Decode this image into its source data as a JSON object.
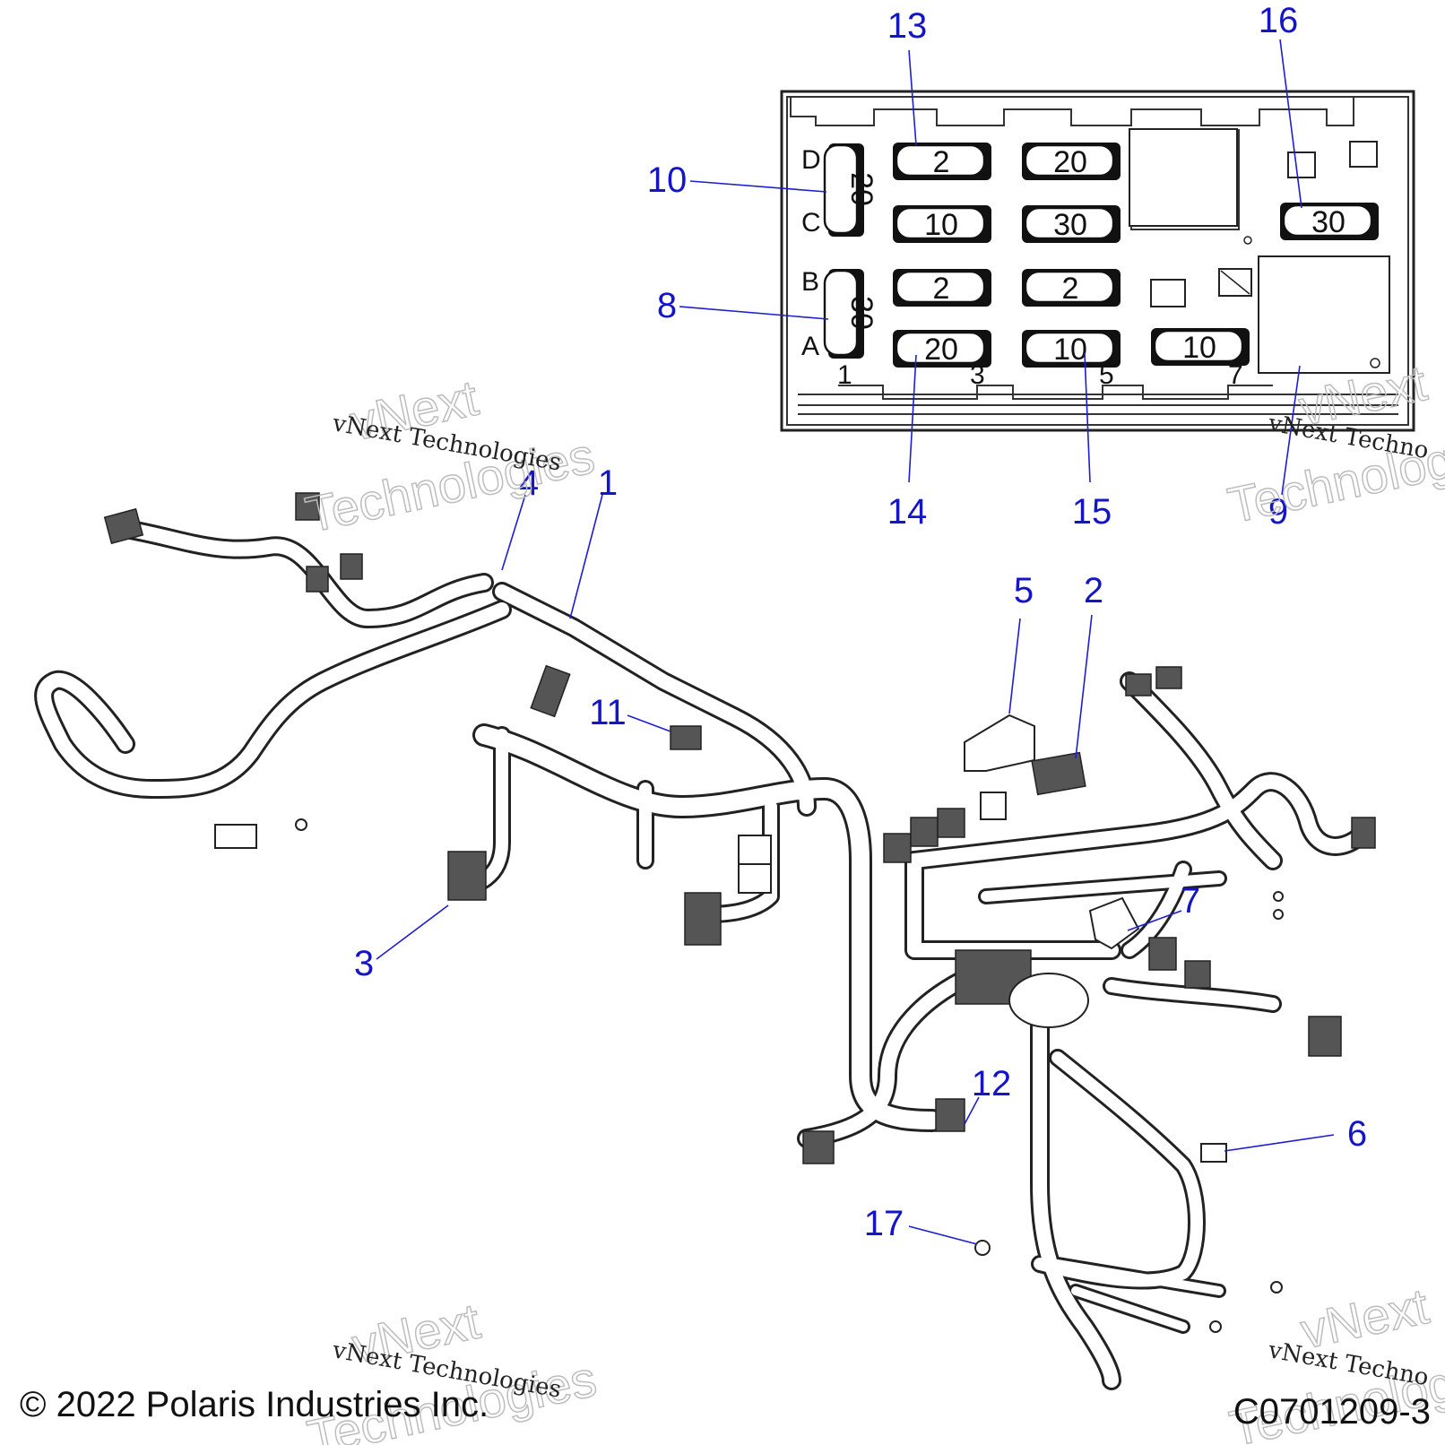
{
  "callouts": {
    "c1": "1",
    "c2": "2",
    "c3": "3",
    "c4": "4",
    "c5": "5",
    "c6": "6",
    "c7": "7",
    "c8": "8",
    "c9": "9",
    "c10": "10",
    "c11": "11",
    "c12": "12",
    "c13": "13",
    "c14": "14",
    "c15": "15",
    "c16": "16",
    "c17": "17"
  },
  "fuse_box": {
    "row_labels": {
      "a": "A",
      "b": "B",
      "c": "C",
      "d": "D"
    },
    "column_numbers": {
      "n1": "1",
      "n3": "3",
      "n5": "5",
      "n7": "7"
    },
    "fuses": {
      "d3": "2",
      "d5": "20",
      "c3": "10",
      "c5": "30",
      "c9": "30",
      "b3": "2",
      "b5": "2",
      "a3": "20",
      "a5": "10",
      "a7": "10",
      "side_cd": "20",
      "side_ab": "30"
    }
  },
  "watermark": {
    "brand_line1": "vNext",
    "brand_line2": "Technologies",
    "caption": "vNext Technologies",
    "caption_cut": "vNext Techno"
  },
  "footer": {
    "copyright": "© 2022 Polaris Industries Inc.",
    "code": "C0701209-3"
  }
}
